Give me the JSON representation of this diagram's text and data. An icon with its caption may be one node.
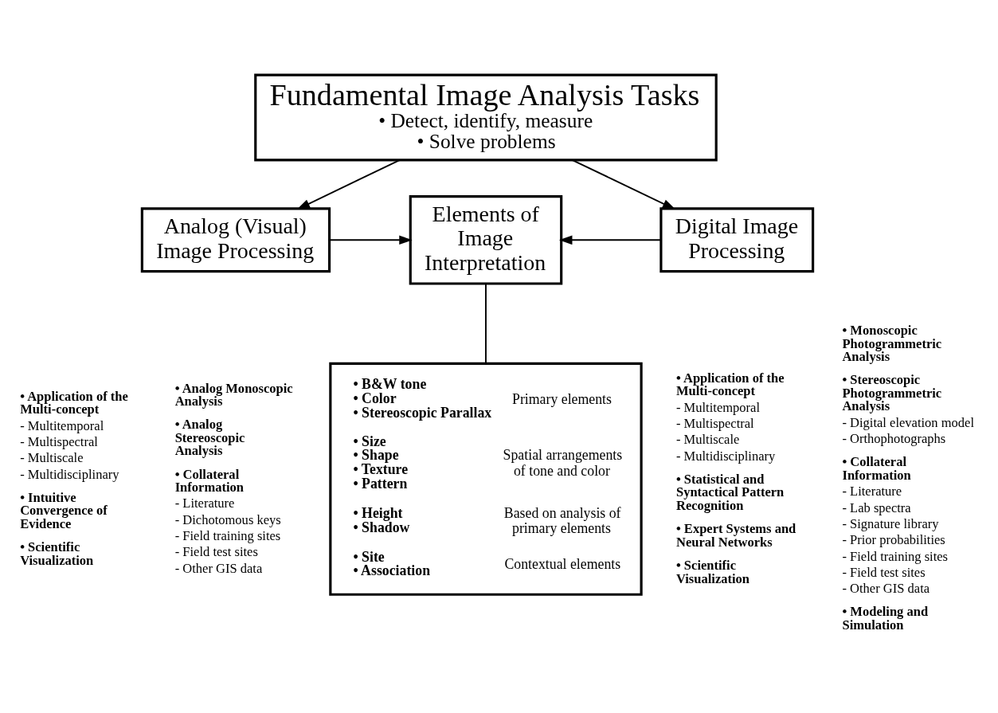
{
  "diagram": {
    "nodes": [
      {
        "text": [
          "Fundamental Image Analysis Tasks",
          "• Detect, identify, measure",
          "• Solve problems"
        ]
      },
      {
        "text": [
          "Analog (Visual) Image Processing"
        ]
      },
      {
        "text": [
          "Elements of Image Interpretation"
        ]
      },
      {
        "text": [
          "Digital Image Processing"
        ]
      },
      {
        "text": [
          "• B&W tone",
          "• Color",
          "• Stereoscopic Parallax",
          "Primary elements",
          "• Size",
          "• Shape",
          "• Texture",
          "• Pattern",
          "Spatial arrangements of tone and color",
          "• Height",
          "• Shadow",
          "Based on analysis of primary elements",
          "• Site",
          "• Association",
          "Contextual elements"
        ]
      }
    ],
    "edges": [
      {
        "from": 0,
        "to": 1,
        "arrow": "to"
      },
      {
        "from": 0,
        "to": 3,
        "arrow": "to"
      },
      {
        "from": 1,
        "to": 2,
        "arrow": "to"
      },
      {
        "from": 3,
        "to": 2,
        "arrow": "to"
      },
      {
        "from": 2,
        "to": 4,
        "arrow": "none"
      }
    ],
    "labels": [
      "• Application of the Multi-concept",
      "- Multitemporal",
      "- Multispectral",
      "- Multiscale",
      "- Multidisciplinary",
      "• Intuitive Convergence of Evidence",
      "• Scientific Visualization",
      "• Analog Monoscopic Analysis",
      "• Analog Stereoscopic Analysis",
      "• Collateral Information",
      "- Literature",
      "- Dichotomous keys",
      "- Field training sites",
      "- Field test sites",
      "- Other GIS data",
      "• Application of the Multi-concept",
      "- Multitemporal",
      "- Multispectral",
      "- Multiscale",
      "- Multidisciplinary",
      "• Statistical and Syntactical Pattern Recognition",
      "• Expert Systems and Neural Networks",
      "• Scientific Visualization",
      "• Monoscopic Photogrammetric Analysis",
      "• Stereoscopic Photogrammetric Analysis",
      "- Digital elevation model",
      "- Orthophotographs",
      "• Collateral Information",
      "- Literature",
      "- Lab spectra",
      "- Signature library",
      "- Prior probabilities",
      "- Field training sites",
      "- Field test sites",
      "- Other GIS data",
      "• Modeling and Simulation"
    ]
  }
}
